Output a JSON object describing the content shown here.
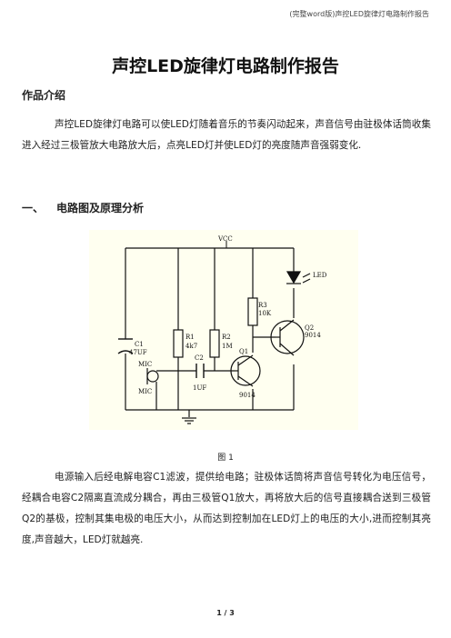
{
  "header": {
    "note": "(完整word版)声控LED旋律灯电路制作报告"
  },
  "title": "声控LED旋律灯电路制作报告",
  "intro": {
    "heading": "作品介绍",
    "paragraph": "声控LED旋律灯电路可以使LED灯随着音乐的节奏闪动起来，声音信号由驻极体话筒收集进入经过三极管放大电路放大后，点亮LED灯并使LED灯的亮度随声音强弱变化."
  },
  "section1": {
    "number": "一、",
    "heading": "电路图及原理分析",
    "paragraph": "电源输入后经电解电容C1滤波，提供给电路；驻极体话筒将声音信号转化为电压信号，经耦合电容C2隔离直流成分耦合，再由三极管Q1放大，再将放大后的信号直接耦合送到三极管Q2的基极，控制其集电极的电压大小，从而达到控制加在LED灯上的电压的大小,进而控制其亮度,声音越大，LED灯就越亮."
  },
  "figure": {
    "caption": "图 1",
    "labels": {
      "vcc": "VCC",
      "led": "LED",
      "r3": "R3",
      "r3_val": "10K",
      "q2": "Q2",
      "q2_val": "9014",
      "c1": "C1",
      "c1_val": "47UF",
      "r1": "R1",
      "r1_val": "4k7",
      "r2": "R2",
      "r2_val": "1M",
      "q1": "Q1",
      "q1_val": "9014",
      "mic1": "MIC",
      "mic2": "MIC",
      "c2": "C2",
      "c2_val": "1UF"
    }
  },
  "footer": {
    "page": "1 / 3"
  }
}
